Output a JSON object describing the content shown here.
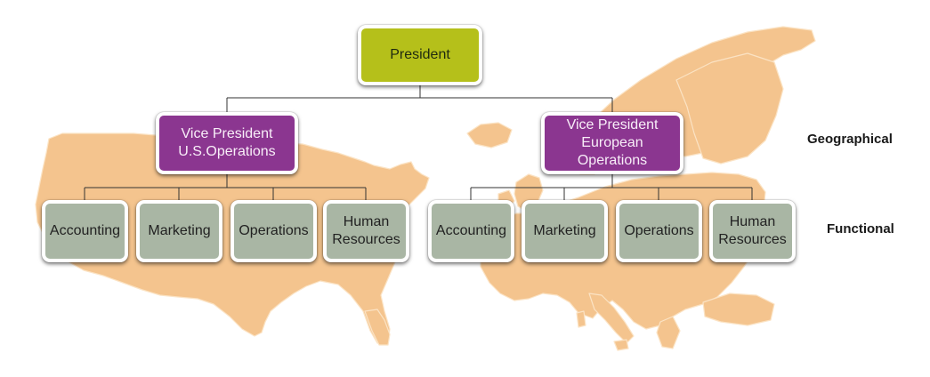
{
  "colors": {
    "map": "#f4c48e",
    "president": "#b5c01a",
    "vice_president": "#8b3690",
    "department": "#a9b6a4",
    "connector": "#333333"
  },
  "president": {
    "label": "President"
  },
  "regions": [
    {
      "vp_label": "Vice President\nU.S.Operations",
      "departments": [
        "Accounting",
        "Marketing",
        "Operations",
        "Human\nResources"
      ]
    },
    {
      "vp_label": "Vice President\nEuropean Operations",
      "departments": [
        "Accounting",
        "Marketing",
        "Operations",
        "Human\nResources"
      ]
    }
  ],
  "levels": {
    "geographical": "Geographical",
    "functional": "Functional"
  }
}
